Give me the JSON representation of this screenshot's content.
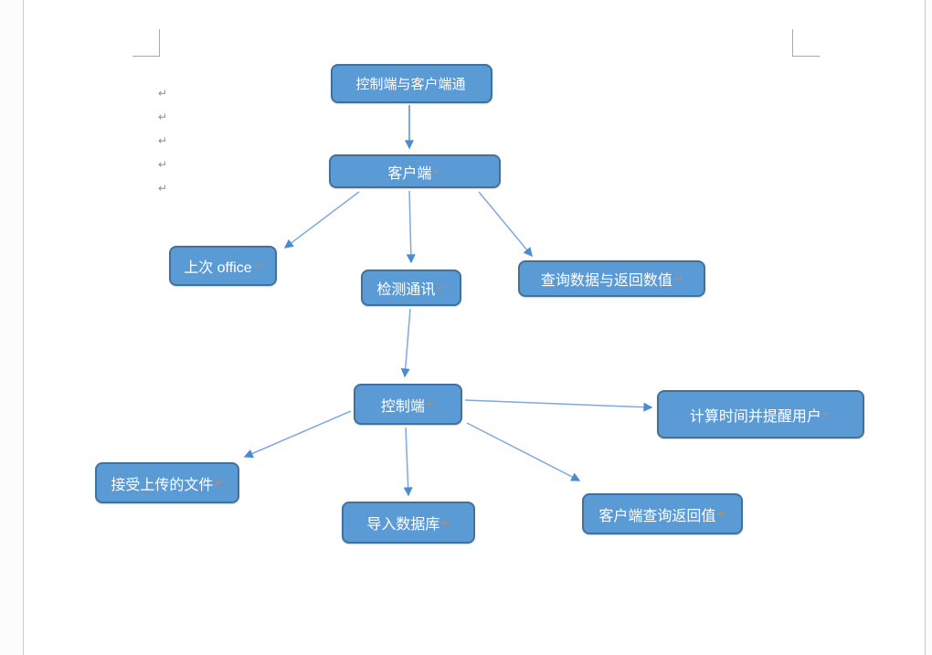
{
  "document": {
    "return_glyph": "↵",
    "margin_paragraph_marks": [
      "↵",
      "↵",
      "↵",
      "↵",
      "↵"
    ]
  },
  "colors": {
    "node_fill": "#5b9bd5",
    "node_border": "#41719c",
    "node_text": "#ffffff",
    "arrow_line": "#7fa9df",
    "arrow_head": "#4a8cd3",
    "in_node_return_mark": "#c08b63",
    "margin_mark": "#8c8c8c",
    "page_edge_line": "#c9c9c9"
  },
  "diagram": {
    "nodes": [
      {
        "label": "控制端与客户端通",
        "return_mark": ""
      },
      {
        "label": "客户端",
        "return_mark": "↵"
      },
      {
        "label": "上次 office",
        "return_mark": "↵"
      },
      {
        "label": "检测通讯",
        "return_mark": "↵"
      },
      {
        "label": "查询数据与返回数值",
        "return_mark": "↵"
      },
      {
        "label": "控制端",
        "return_mark": "↵"
      },
      {
        "label": "计算时间并提醒用户",
        "return_mark": "↵"
      },
      {
        "label": "接受上传的文件",
        "return_mark": "↵"
      },
      {
        "label": "导入数据库",
        "return_mark": "↵"
      },
      {
        "label": "客户端查询返回值",
        "return_mark": "↵"
      }
    ],
    "edges": [
      {
        "from": "控制端与客户端通",
        "to": "客户端"
      },
      {
        "from": "客户端",
        "to": "上次 office"
      },
      {
        "from": "客户端",
        "to": "检测通讯"
      },
      {
        "from": "客户端",
        "to": "查询数据与返回数值"
      },
      {
        "from": "检测通讯",
        "to": "控制端"
      },
      {
        "from": "控制端",
        "to": "计算时间并提醒用户"
      },
      {
        "from": "控制端",
        "to": "接受上传的文件"
      },
      {
        "from": "控制端",
        "to": "导入数据库"
      },
      {
        "from": "控制端",
        "to": "客户端查询返回值"
      }
    ]
  }
}
